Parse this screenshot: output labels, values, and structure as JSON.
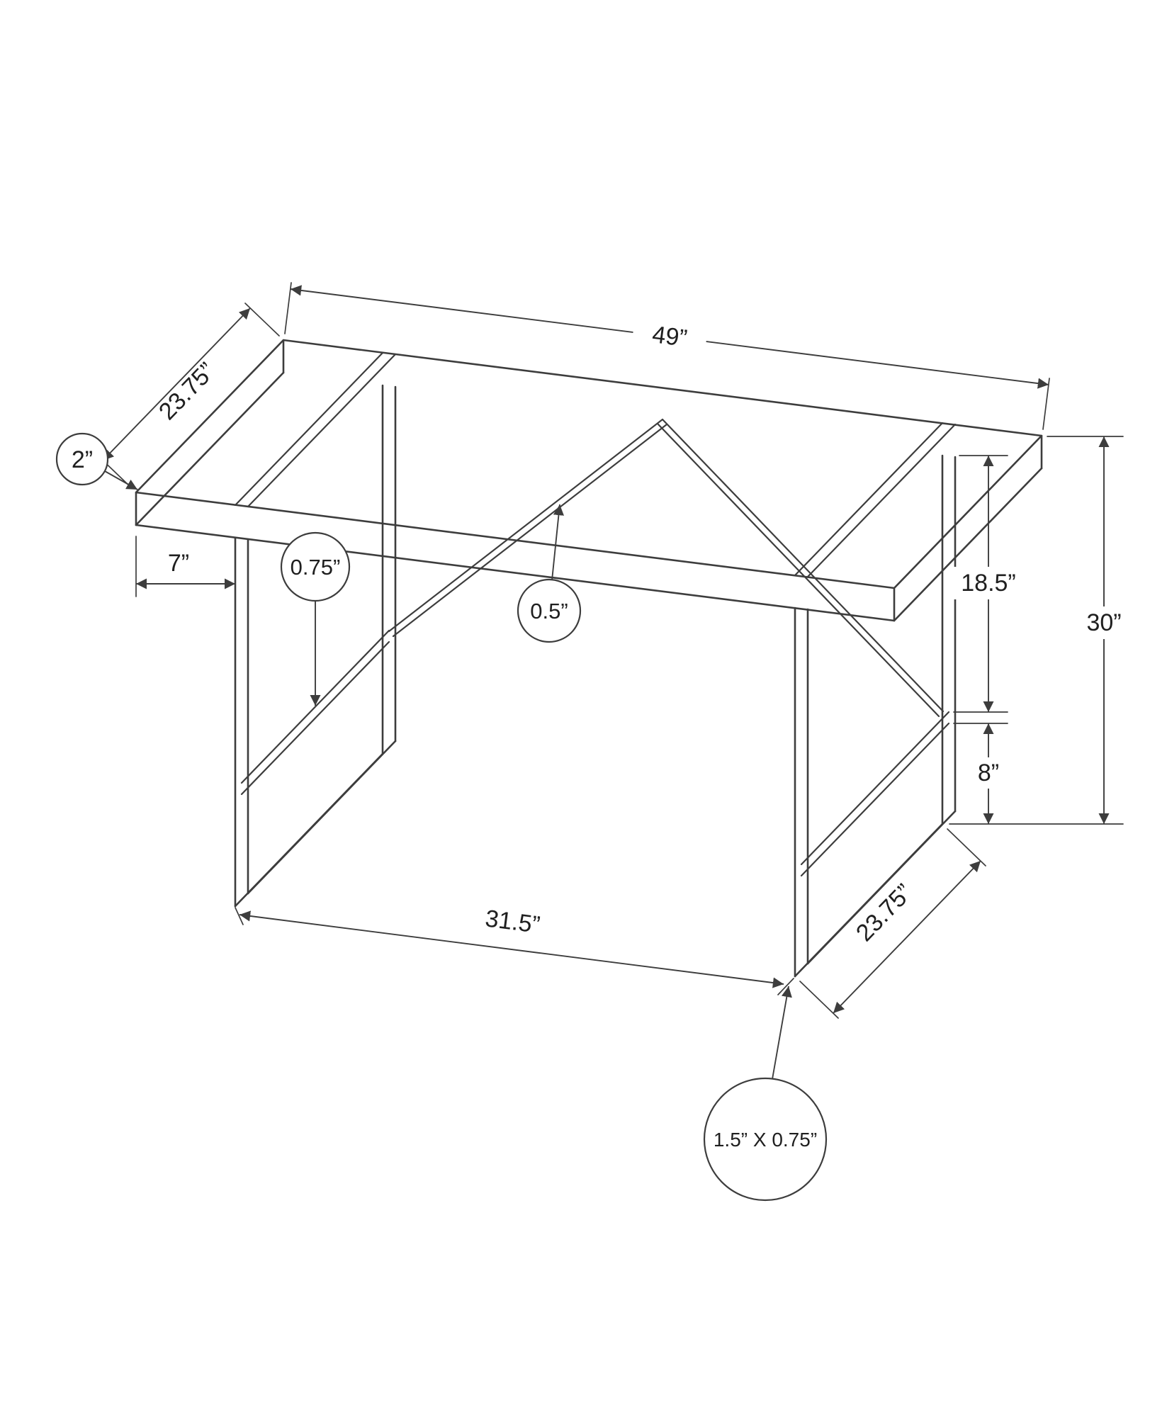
{
  "page": {
    "background": "#ffffff",
    "line_color": "#3d3d3d"
  },
  "diagram": {
    "type": "furniture-dimension-drawing",
    "subject": "metal-frame computer desk, isometric line drawing with dimension callouts",
    "units": "inches",
    "dimensions": {
      "top_length": "49”",
      "top_depth": "23.75”",
      "top_thickness": "2”",
      "side_overhang": "7”",
      "frame_tube": "0.75”",
      "brace_tube": "0.5”",
      "upper_leg_gap": "18.5”",
      "overall_height": "30”",
      "lower_leg_gap": "8”",
      "leg_span": "31.5”",
      "leg_depth": "23.75”",
      "leg_tube_profile": "1.5” X 0.75”"
    }
  }
}
